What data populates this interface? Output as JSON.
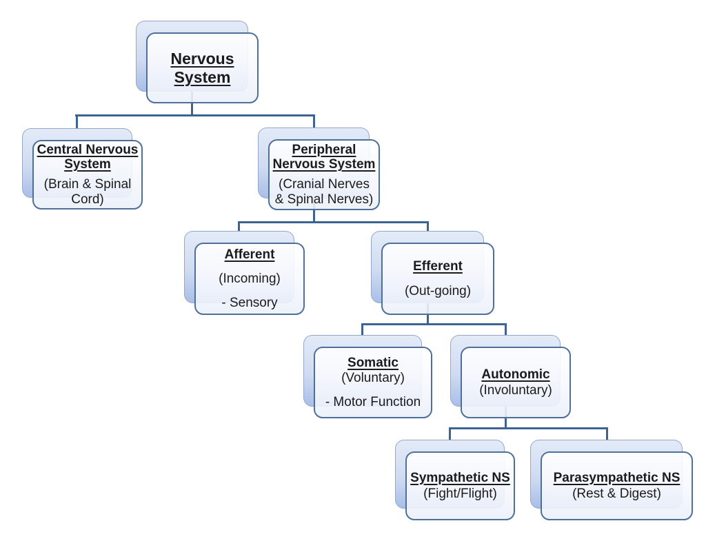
{
  "palette": {
    "connector": "#3c6391",
    "card_front_border": "#4f6e99",
    "card_front_fill_top": "#ffffff",
    "card_front_fill_bottom": "#ebf0f9",
    "card_back_border": "#95a6ca",
    "card_back_fill_top": "#e3ebf8",
    "card_back_fill_bottom": "#a9bfe8",
    "text": "#1b1b1b",
    "background": "#ffffff"
  },
  "nodes": [
    {
      "id": "nervous-system",
      "title": "Nervous\nSystem"
    },
    {
      "id": "central-nervous-system",
      "title": "Central Nervous\nSystem",
      "subtitle": "(Brain & Spinal\nCord)"
    },
    {
      "id": "peripheral-nervous-system",
      "title": "Peripheral\nNervous System",
      "subtitle": "(Cranial Nerves\n& Spinal Nerves)"
    },
    {
      "id": "afferent",
      "title": "Afferent",
      "subtitle": "(Incoming)",
      "note": "- Sensory"
    },
    {
      "id": "efferent",
      "title": "Efferent",
      "subtitle": "(Out-going)"
    },
    {
      "id": "somatic",
      "title": "Somatic",
      "subtitle": "(Voluntary)",
      "note": "- Motor Function"
    },
    {
      "id": "autonomic",
      "title": "Autonomic",
      "subtitle": "(Involuntary)"
    },
    {
      "id": "sympathetic-ns",
      "title": "Sympathetic NS",
      "subtitle": "(Fight/Flight)"
    },
    {
      "id": "parasympathetic-ns",
      "title": "Parasympathetic NS",
      "subtitle": "(Rest & Digest)"
    }
  ]
}
